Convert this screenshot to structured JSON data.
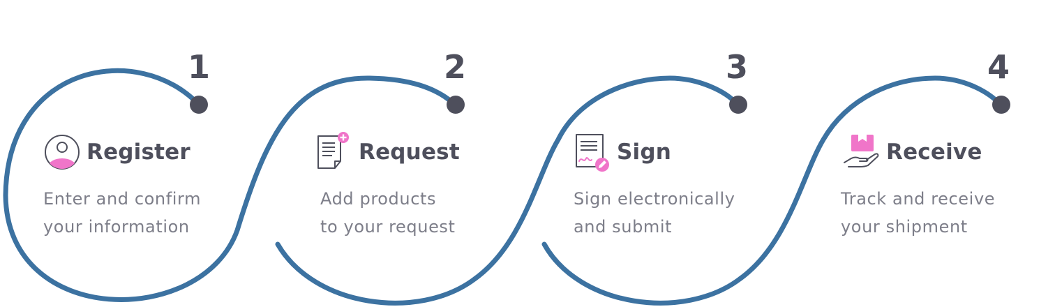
{
  "colors": {
    "wave": "#3c72a1",
    "dot": "#4e4f5c",
    "accent": "#f075c9",
    "icon_stroke": "#4e4f5c",
    "title": "#4e4f5c",
    "description": "#7d7e89"
  },
  "steps": [
    {
      "number": "1",
      "title": "Register",
      "description": [
        "Enter and confirm",
        "your information"
      ],
      "icon": "user-profile-icon"
    },
    {
      "number": "2",
      "title": "Request",
      "description": [
        "Add products",
        "to your request"
      ],
      "icon": "add-document-icon"
    },
    {
      "number": "3",
      "title": "Sign",
      "description": [
        "Sign electronically",
        "and submit"
      ],
      "icon": "signed-document-icon"
    },
    {
      "number": "4",
      "title": "Receive",
      "description": [
        "Track and receive",
        "your shipment"
      ],
      "icon": "hand-with-package-icon"
    }
  ]
}
